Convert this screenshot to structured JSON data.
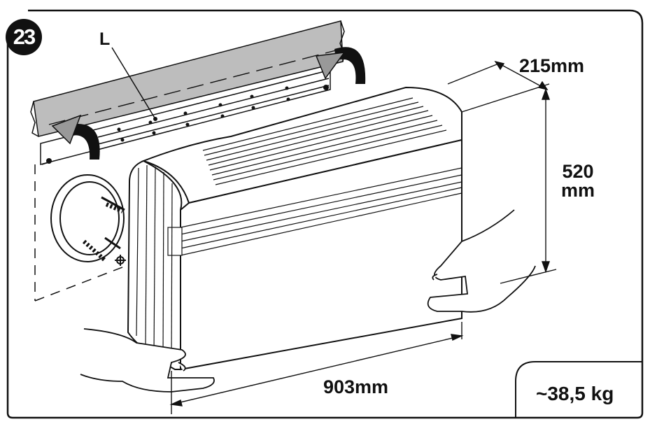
{
  "step_number": "23",
  "part_label": "L",
  "dimensions": {
    "depth": "215mm",
    "height_value": "520",
    "height_unit": "mm",
    "width": "903mm"
  },
  "weight": "~38,5 kg",
  "colors": {
    "line": "#111111",
    "wall_band": "#bdbdbd",
    "background": "#ffffff"
  }
}
